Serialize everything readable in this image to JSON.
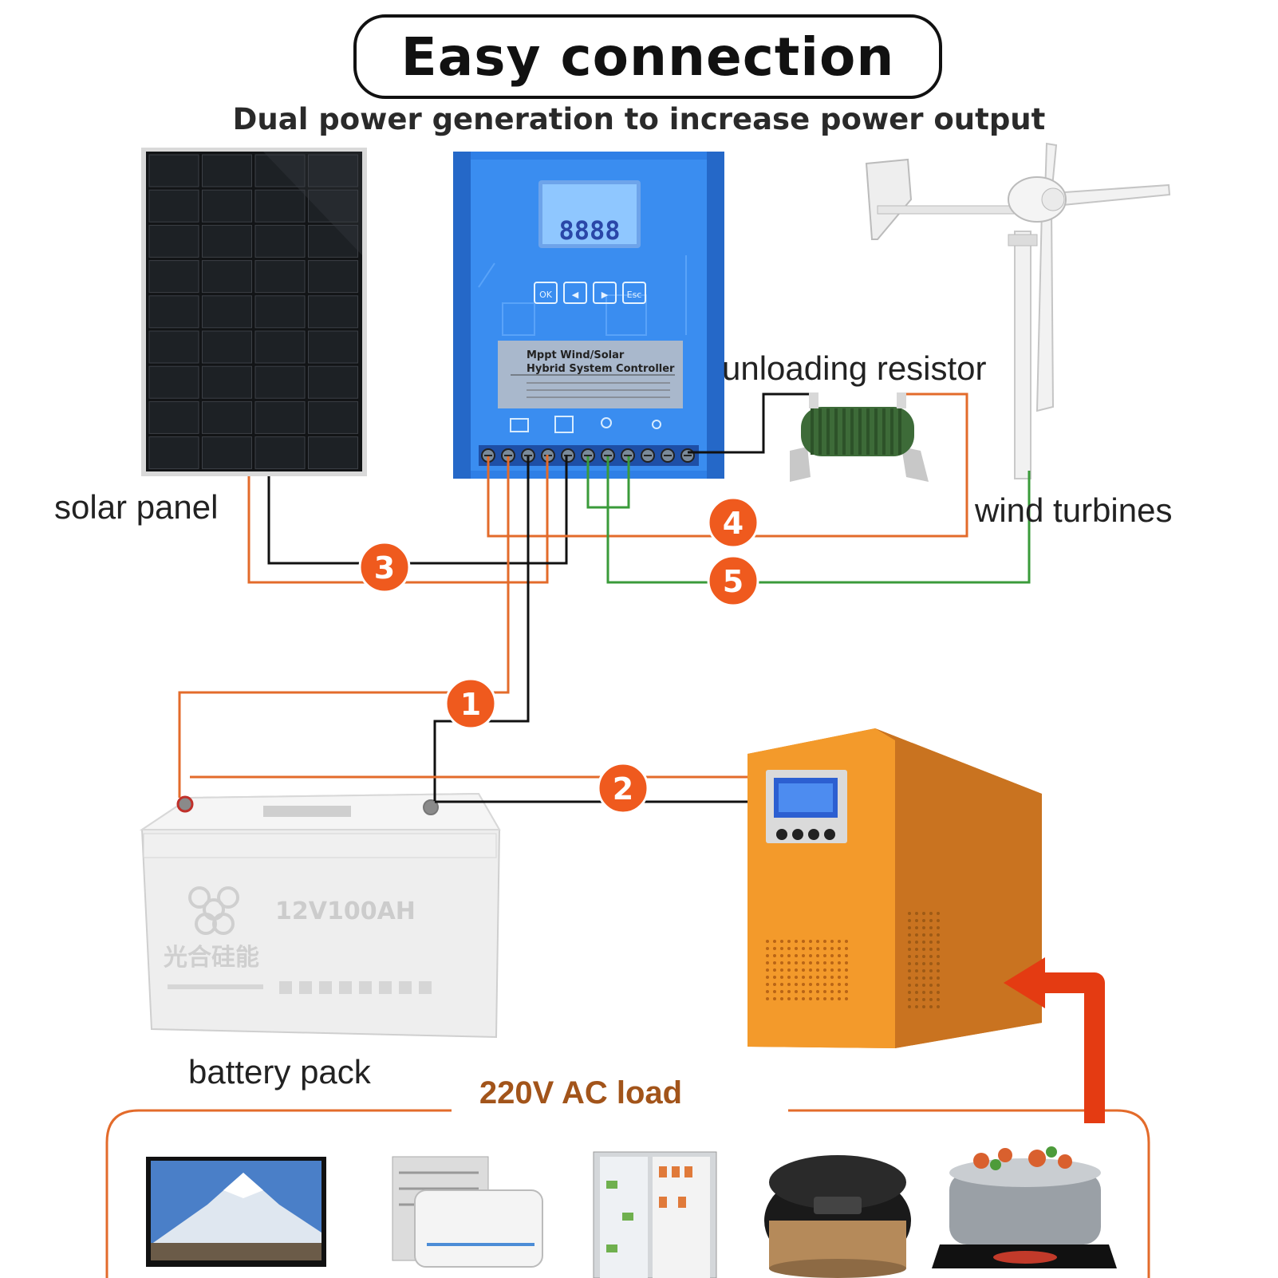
{
  "title": "Easy connection",
  "subtitle": "Dual power generation to increase power output",
  "labels": {
    "solar_panel": "solar panel",
    "unloading_resistor": "unloading resistor",
    "wind_turbines": "wind turbines",
    "battery_pack": "battery pack",
    "ac_load": "220V AC load"
  },
  "controller": {
    "name_line1": "Mppt Wind/Solar",
    "name_line2": "Hybrid System Controller",
    "lcd_readout": "8888",
    "buttons": [
      "OK",
      "◀",
      "▶",
      "Esc"
    ]
  },
  "battery": {
    "rating": "12V100AH",
    "brand_text": "光合硅能"
  },
  "connections": [
    "1",
    "2",
    "3",
    "4",
    "5"
  ],
  "colors": {
    "wire_orange": "#e36b2b",
    "wire_black": "#111111",
    "wire_green": "#3a9b3a",
    "badge": "#ef5a1e",
    "controller": "#2f7fe6",
    "inverter": "#f39a2b",
    "arrow": "#e43b12",
    "load_text": "#a2541a"
  },
  "appliances": [
    "tv-icon",
    "air-conditioner-icon",
    "refrigerator-icon",
    "rice-cooker-icon",
    "induction-cooker-icon"
  ]
}
